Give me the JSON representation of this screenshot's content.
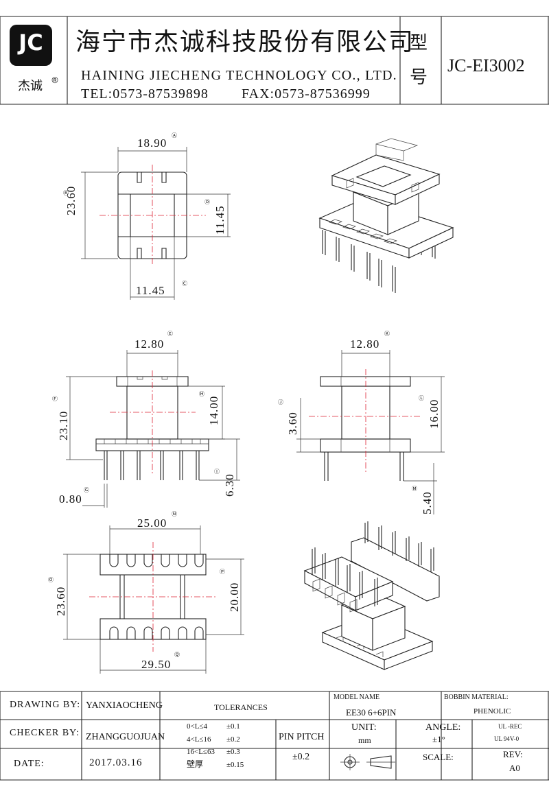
{
  "company": {
    "logo_text": "JC",
    "logo_sub": "杰诚",
    "registered_mark": "®",
    "name_cn": "海宁市杰诚科技股份有限公司",
    "name_en": "HAINING JIECHENG TECHNOLOGY CO., LTD.",
    "tel": "TEL:0573-87539898",
    "fax": "FAX:0573-87536999",
    "model_label": "型号",
    "model_label_1": "型",
    "model_label_2": "号",
    "model": "JC-EI3002"
  },
  "dimensions": {
    "a": "18.90",
    "b": "23.60",
    "c": "11.45",
    "d": "11.45",
    "e": "12.80",
    "f": "23.10",
    "g": "0.80",
    "h": "14.00",
    "i": "6.30",
    "j": "3.60",
    "k": "12.80",
    "l": "16.00",
    "m": "5.40",
    "n": "25.00",
    "o": "23.60",
    "p": "20.00",
    "q": "29.50"
  },
  "circle_marks": {
    "a": "Ⓐ",
    "b": "Ⓑ",
    "c": "Ⓒ",
    "d": "Ⓓ",
    "e": "Ⓔ",
    "f": "Ⓕ",
    "g": "Ⓖ",
    "h": "Ⓗ",
    "i": "Ⓘ",
    "j": "Ⓙ",
    "k": "Ⓚ",
    "l": "Ⓛ",
    "m": "Ⓜ",
    "n": "Ⓝ",
    "o": "Ⓞ",
    "p": "Ⓟ",
    "q": "Ⓠ"
  },
  "title_block": {
    "drawing_by_label": "DRAWING  BY:",
    "drawing_by": "YANXIAOCHENG",
    "checker_by_label": "CHECKER  BY:",
    "checker_by": "ZHANGGUOJUAN",
    "date_label": "DATE:",
    "date": "2017.03.16",
    "tolerances_label": "TOLERANCES",
    "tol_rows": [
      {
        "range": "0<L≤4",
        "value": "±0.1"
      },
      {
        "range": "4<L≤16",
        "value": "±0.2"
      },
      {
        "range": "16<L≤63",
        "value": "±0.3"
      },
      {
        "range": "壁厚",
        "value": "±0.15"
      }
    ],
    "pin_pitch_label": "PIN PITCH",
    "pin_pitch_value": "±0.2",
    "model_name_label": "MODEL NAME",
    "model_name": "EE30   6+6PIN",
    "bobbin_material_label": "BOBBIN MATERIAL:",
    "bobbin_material": "PHENOLIC",
    "unit_label": "UNIT:",
    "unit_value": "mm",
    "angle_label": "ANGLE:",
    "angle_value": "±1°",
    "ul_1": "UL -REC",
    "ul_2": "UL  94V-0",
    "scale_label": "SCALE:",
    "rev_label": "REV:",
    "rev_value": "A0"
  }
}
